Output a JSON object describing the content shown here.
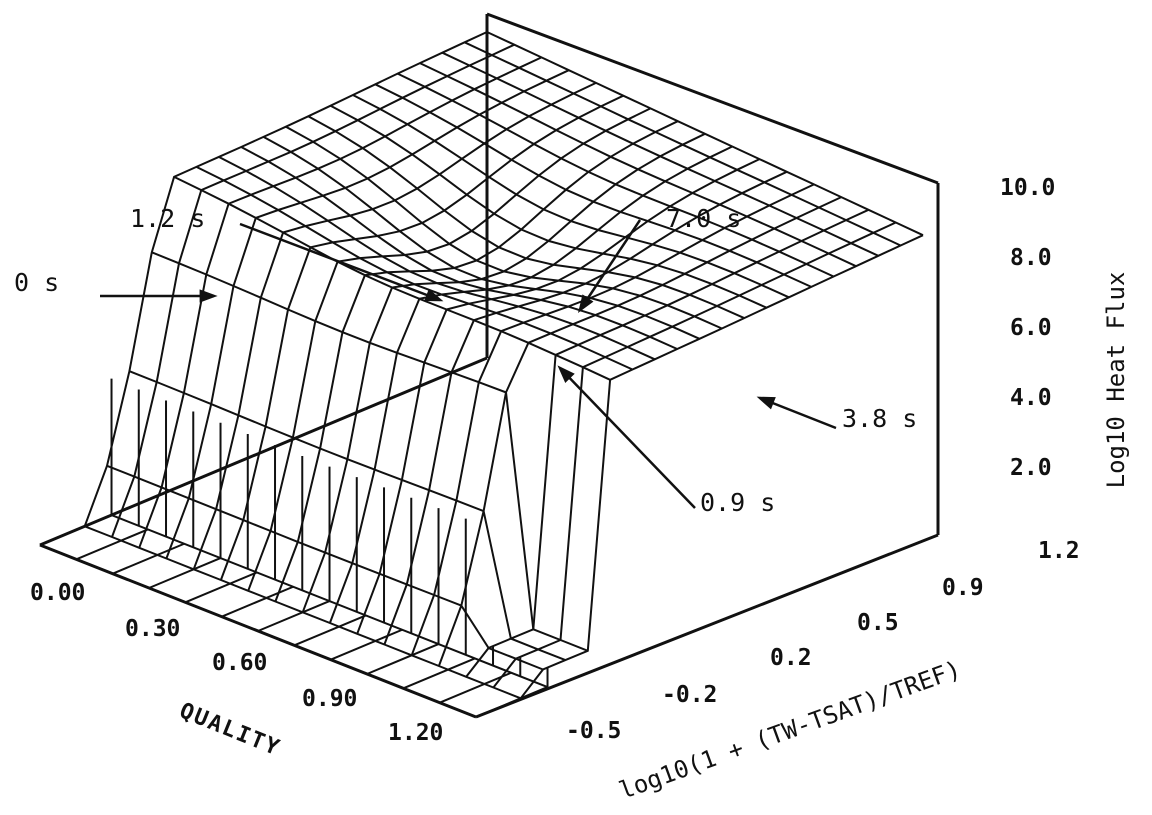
{
  "chart_data": {
    "type": "surface",
    "title": "",
    "xlabel": "QUALITY",
    "ylabel": "log10(1 + (TW-TSAT)/TREF)",
    "zlabel": "Log10 Heat Flux",
    "x_ticks": [
      "0.00",
      "0.30",
      "0.60",
      "0.90",
      "1.20"
    ],
    "y_ticks": [
      "-0.5",
      "-0.2",
      "0.2",
      "0.5",
      "0.9",
      "1.2"
    ],
    "z_ticks": [
      "2.0",
      "4.0",
      "6.0",
      "8.0",
      "10.0"
    ],
    "xlim": [
      0.0,
      1.2
    ],
    "ylim": [
      -0.5,
      1.2
    ],
    "zlim": [
      0.0,
      10.0
    ],
    "grid": true,
    "annotations": [
      {
        "text": "0 s"
      },
      {
        "text": "1.2 s"
      },
      {
        "text": "7.0 s"
      },
      {
        "text": "3.8 s"
      },
      {
        "text": "0.9 s"
      }
    ]
  }
}
